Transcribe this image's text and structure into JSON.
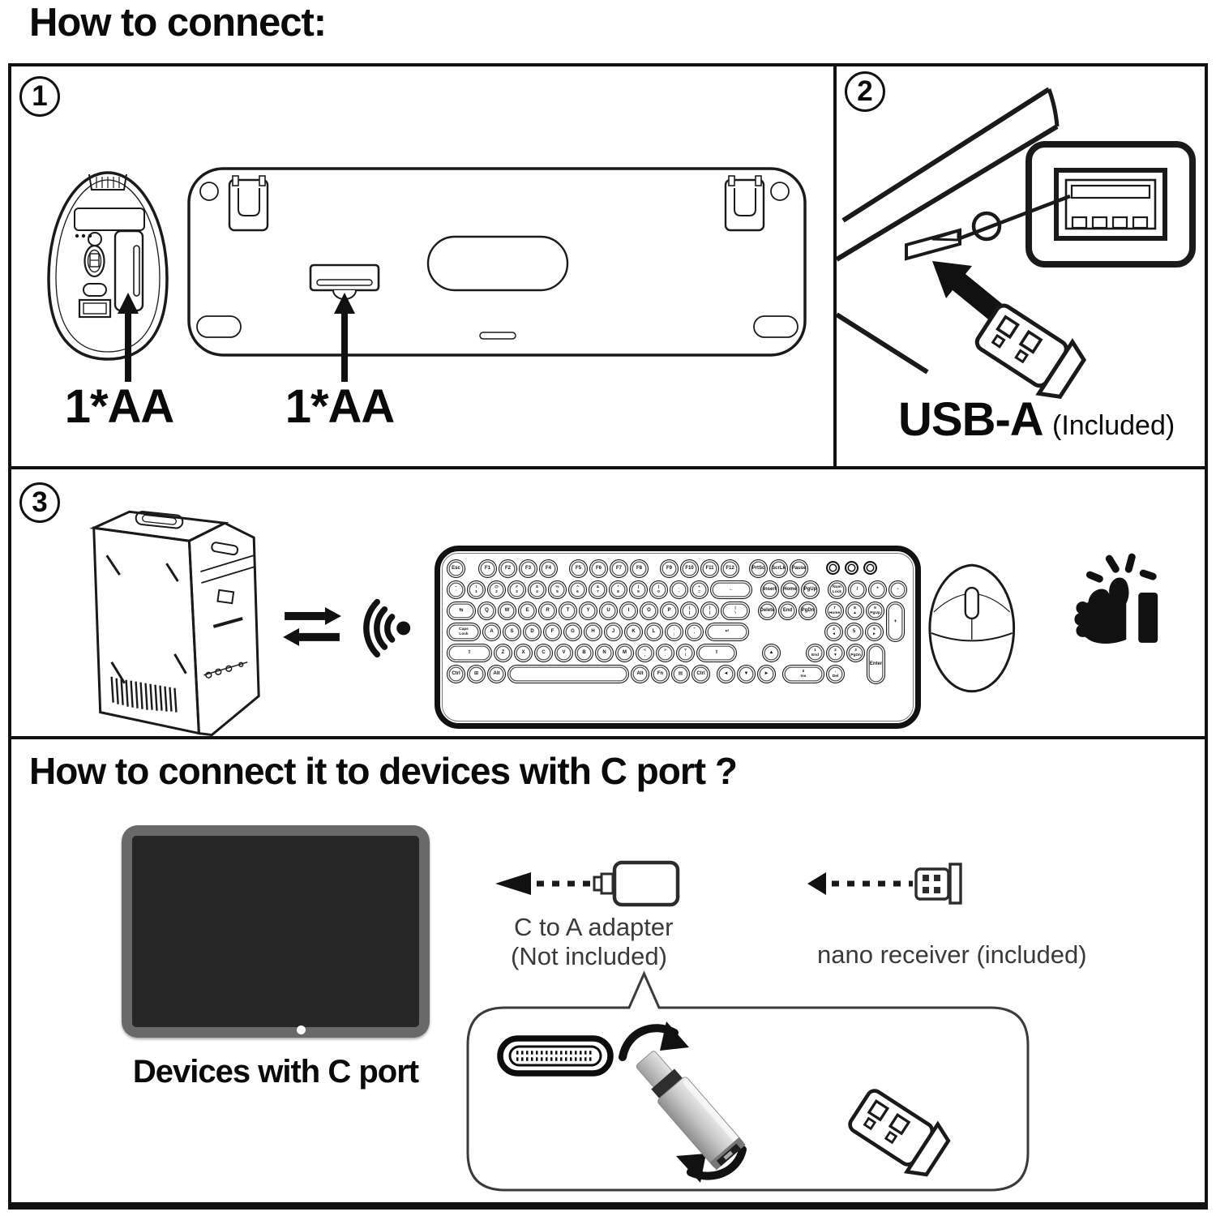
{
  "title": "How to connect:",
  "panel1": {
    "badge": "1",
    "label_mouse": "1*AA",
    "label_keyboard": "1*AA"
  },
  "panel2": {
    "badge": "2",
    "label_usb": "USB-A",
    "label_included": "(Included)"
  },
  "panel3": {
    "badge": "3"
  },
  "bottom": {
    "title": "How to connect it to devices with C port ?",
    "device_label": "Devices with C port",
    "adapter_line1": "C to A adapter",
    "adapter_line2": "(Not included)",
    "receiver_label": "nano receiver (included)"
  },
  "colors": {
    "ink": "#1a1a1a",
    "muted_text": "#3a3a3a",
    "tablet_frame": "#696969",
    "tablet_screen": "#272727",
    "container_border": "#3b3b3b",
    "adapter_silver": "#c7c7c7"
  },
  "icons": {
    "wireless_signal": "((( •",
    "sync_arrows": "⇄",
    "thumbs_up": "👍",
    "nano_receiver": "usb-nano-receiver",
    "usb_a_port": "usb-a-port",
    "usb_c_port": "usb-c-port"
  },
  "keyboard": {
    "rows": [
      [
        {
          "l": "Esc"
        },
        {
          "g": 14
        },
        {
          "l": "F1"
        },
        {
          "l": "F2"
        },
        {
          "l": "F3"
        },
        {
          "l": "F4"
        },
        {
          "g": 12
        },
        {
          "l": "F5"
        },
        {
          "l": "F6"
        },
        {
          "l": "F7"
        },
        {
          "l": "F8"
        },
        {
          "g": 12
        },
        {
          "l": "F9"
        },
        {
          "l": "F10"
        },
        {
          "l": "F11"
        },
        {
          "l": "F12"
        },
        {
          "g": 10
        },
        {
          "l": "PrtSc"
        },
        {
          "l": "ScrLk"
        },
        {
          "l": "Pause"
        },
        {
          "g": 14
        },
        {
          "ind": 3
        }
      ],
      [
        {
          "l": "~\n`"
        },
        {
          "l": "!\n1"
        },
        {
          "l": "@\n2"
        },
        {
          "l": "#\n3"
        },
        {
          "l": "$\n4"
        },
        {
          "l": "%\n5"
        },
        {
          "l": "^\n6"
        },
        {
          "l": "&\n7"
        },
        {
          "l": "*\n8"
        },
        {
          "l": "(\n9"
        },
        {
          "l": ")\n0"
        },
        {
          "l": "_\n-"
        },
        {
          "l": "+\n="
        },
        {
          "l": "←",
          "w": 52
        },
        {
          "g": 8
        },
        {
          "l": "Insert"
        },
        {
          "l": "Home"
        },
        {
          "l": "PgUp"
        },
        {
          "g": 8
        },
        {
          "l": "Num\nLock"
        },
        {
          "l": "/"
        },
        {
          "l": "*"
        },
        {
          "l": "-"
        }
      ],
      [
        {
          "l": "⇆",
          "w": 36
        },
        {
          "l": "Q"
        },
        {
          "l": "W"
        },
        {
          "l": "E"
        },
        {
          "l": "R"
        },
        {
          "l": "T"
        },
        {
          "l": "Y"
        },
        {
          "l": "U"
        },
        {
          "l": "I"
        },
        {
          "l": "O"
        },
        {
          "l": "P"
        },
        {
          "l": "{\n["
        },
        {
          "l": "}\n]"
        },
        {
          "l": "|\n\\",
          "w": 36
        },
        {
          "g": 8
        },
        {
          "l": "Delete"
        },
        {
          "l": "End"
        },
        {
          "l": "PgDn"
        },
        {
          "g": 8
        },
        {
          "l": "7\nHome"
        },
        {
          "l": "8\n▲"
        },
        {
          "l": "9\nPgUp"
        },
        {
          "l": "+",
          "tall": true
        }
      ],
      [
        {
          "l": "Caps\nLock",
          "w": 42
        },
        {
          "l": "A"
        },
        {
          "l": "S"
        },
        {
          "l": "D"
        },
        {
          "l": "F"
        },
        {
          "l": "G"
        },
        {
          "l": "H"
        },
        {
          "l": "J"
        },
        {
          "l": "K"
        },
        {
          "l": "L"
        },
        {
          "l": ":\n;"
        },
        {
          "l": "\"\n'"
        },
        {
          "l": "↵",
          "w": 54
        },
        {
          "g": 91
        },
        {
          "l": "4\n◄"
        },
        {
          "l": "5"
        },
        {
          "l": "6\n►"
        },
        {
          "sp": true
        }
      ],
      [
        {
          "l": "⇧",
          "w": 56
        },
        {
          "l": "Z"
        },
        {
          "l": "X"
        },
        {
          "l": "C"
        },
        {
          "l": "V"
        },
        {
          "l": "B"
        },
        {
          "l": "N"
        },
        {
          "l": "M"
        },
        {
          "l": "<\n,"
        },
        {
          "l": ">\n."
        },
        {
          "l": "?\n/"
        },
        {
          "l": "⇧",
          "w": 50
        },
        {
          "g": 29
        },
        {
          "l": "▲"
        },
        {
          "g": 29
        },
        {
          "l": "1\nEnd"
        },
        {
          "l": "2\n▼"
        },
        {
          "l": "3\nPgDn"
        },
        {
          "l": "Enter",
          "tall": true
        }
      ],
      [
        {
          "l": "Ctrl"
        },
        {
          "l": "⊞"
        },
        {
          "l": "Alt"
        },
        {
          "l": "",
          "w": 150
        },
        {
          "l": "Alt"
        },
        {
          "l": "Fn"
        },
        {
          "l": "▤"
        },
        {
          "l": "Ctrl"
        },
        {
          "g": 6
        },
        {
          "l": "◄"
        },
        {
          "l": "▼"
        },
        {
          "l": "►"
        },
        {
          "g": 6
        },
        {
          "l": "0\nIns",
          "w": 52
        },
        {
          "l": ".\nDel"
        },
        {
          "sp": true
        }
      ]
    ]
  }
}
